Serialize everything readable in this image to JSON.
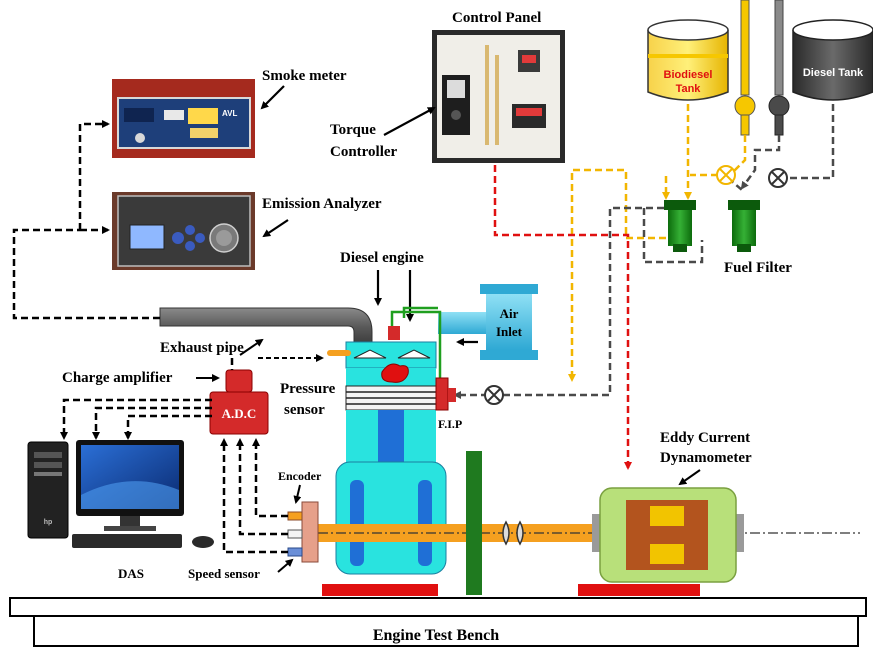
{
  "labels": {
    "control_panel": "Control Panel",
    "smoke_meter": "Smoke meter",
    "torque_controller_line1": "Torque",
    "torque_controller_line2": "Controller",
    "emission_analyzer": "Emission Analyzer",
    "diesel_engine": "Diesel engine",
    "air_inlet_line1": "Air",
    "air_inlet_line2": "Inlet",
    "exhaust_pipe": "Exhaust pipe",
    "charge_amplifier": "Charge amplifier",
    "adc": "A.D.C",
    "pressure_sensor_line1": "Pressure",
    "pressure_sensor_line2": "sensor",
    "fip": "F.I.P",
    "encoder": "Encoder",
    "das": "DAS",
    "speed_sensor": "Speed sensor",
    "eddy_current_line1": "Eddy Current",
    "eddy_current_line2": "Dynamometer",
    "biodiesel_tank_line1": "Biodiesel",
    "biodiesel_tank_line2": "Tank",
    "diesel_tank": "Diesel Tank",
    "fuel_filter": "Fuel Filter",
    "engine_test_bench": "Engine Test Bench",
    "smoke_meter_brand": "AVL",
    "monitor_brand": "hp"
  },
  "colors": {
    "signal_line": "#000000",
    "diesel_line": "#4a4a4a",
    "biodiesel_line": "#f2b600",
    "torque_line": "#e01010",
    "engine_body": "#29e3df",
    "engine_blue": "#1f6fd6",
    "shaft": "#f5a020",
    "flywheel": "#1f7a1f",
    "dynamometer": "#b8e07a",
    "dyn_core": "#b3541e",
    "dyn_pads": "#f2c400",
    "base_red": "#e01010",
    "adc": "#d42a2a",
    "fuel_filter": "#1f8f1f",
    "biodiesel": "#f6c700",
    "diesel_tank": "#3a3a3a",
    "air_inlet": "#5bc8e8",
    "exhaust_pipe": "#6a6a6a"
  }
}
